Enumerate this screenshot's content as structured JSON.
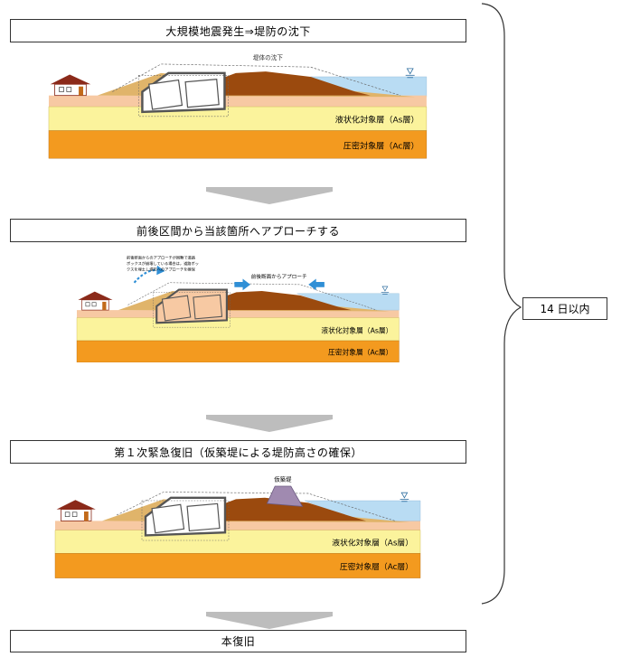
{
  "steps": [
    {
      "title": "大規模地震発生⇒堤防の沈下"
    },
    {
      "title": "前後区間から当該箇所へアプローチする"
    },
    {
      "title": "第１次緊急復旧（仮築堤による堤防高さの確保）"
    },
    {
      "title": "本復旧"
    }
  ],
  "scene1": {
    "settlement_label": "堤体の沈下",
    "layer_liquefaction": "液状化対象層（As層）",
    "layer_consolidation": "圧密対象層（Ac層）"
  },
  "scene2": {
    "note_line1": "前後断面からのアプローチが困難で道路",
    "note_line2": "ボックスが崩壊している場合は，道路ボッ",
    "note_line3": "クスを埋土し堤防へのアプローチを確保",
    "approach_label": "前後断面からアプローチ",
    "layer_liquefaction": "液状化対象層（As層）",
    "layer_consolidation": "圧密対象層（Ac層）"
  },
  "scene3": {
    "temp_levee_label": "仮築堤",
    "layer_liquefaction": "液状化対象層（As層）",
    "layer_consolidation": "圧密対象層（Ac層）"
  },
  "duration_label": "14 日以内",
  "colors": {
    "surface": "#f7c9a3",
    "liquefaction": "#fbf39c",
    "consolidation": "#f39a1f",
    "levee": "#9b4a0e",
    "levee_light": "#e0b46a",
    "water": "#b9dcf3",
    "temp_levee": "#a08ab0",
    "arrow_blue": "#2f8fd6",
    "house_roof": "#8b2a1a"
  }
}
